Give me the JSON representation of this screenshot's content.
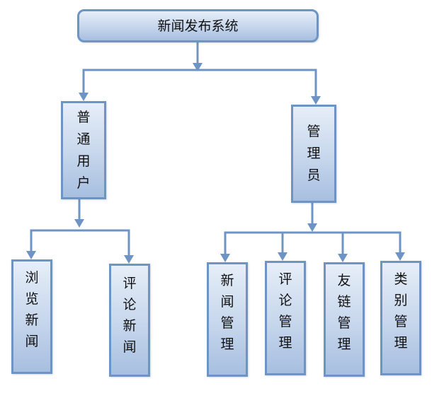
{
  "diagram": {
    "root": {
      "label": "新闻发布系统"
    },
    "user": {
      "label": "普通用户",
      "children": [
        "浏览新闻",
        "评论新闻"
      ]
    },
    "admin": {
      "label": "管理员",
      "children": [
        "新闻管理",
        "评论管理",
        "友链管理",
        "类别管理"
      ]
    },
    "colors": {
      "connector": "#6d94c4",
      "box_border": "#6d94c4",
      "box_fill_top": "#e6eef8",
      "box_fill_bottom": "#a7bfe0"
    }
  }
}
